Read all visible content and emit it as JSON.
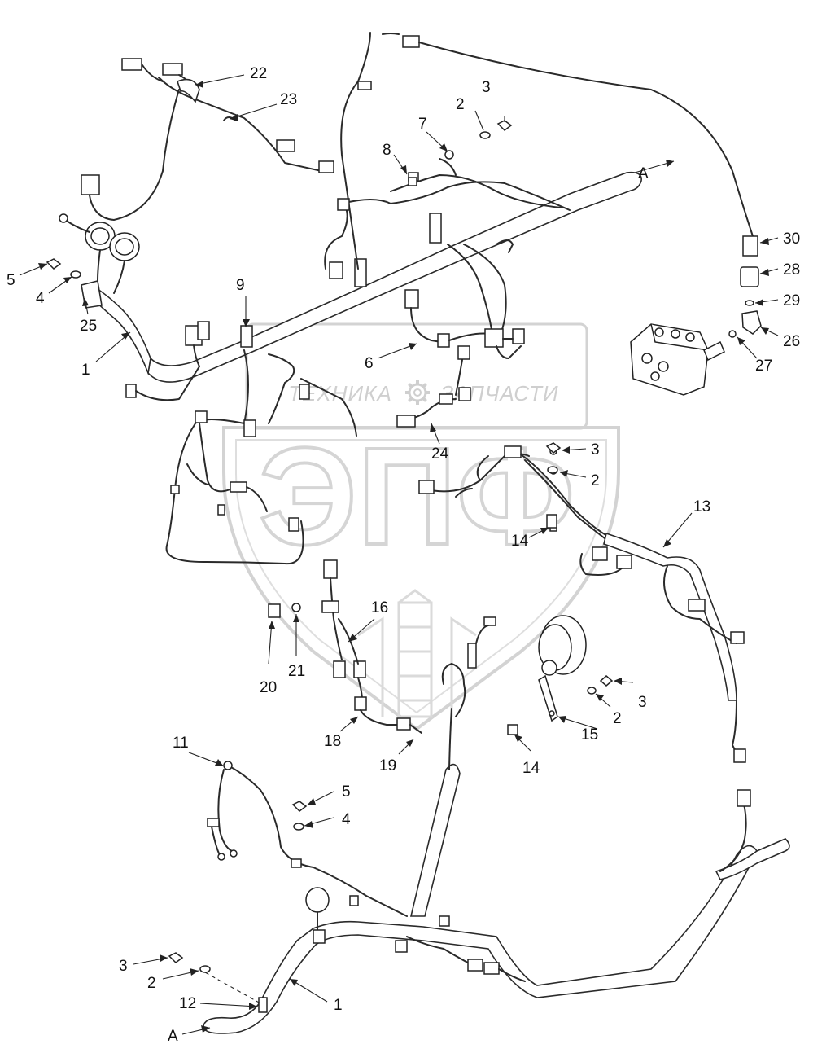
{
  "watermark": {
    "left_text": "ТЕХНИКА",
    "right_text": "ЗАПЧАСТИ",
    "big_text": "ЭПФ",
    "gear_icon": "gear-icon",
    "color": "#b0b0b0"
  },
  "callouts": [
    {
      "id": "c22",
      "label": "22"
    },
    {
      "id": "c23",
      "label": "23"
    },
    {
      "id": "c3a",
      "label": "3"
    },
    {
      "id": "c2a",
      "label": "2"
    },
    {
      "id": "c7",
      "label": "7"
    },
    {
      "id": "c8",
      "label": "8"
    },
    {
      "id": "cA1",
      "label": "A"
    },
    {
      "id": "c30",
      "label": "30"
    },
    {
      "id": "c28",
      "label": "28"
    },
    {
      "id": "c29",
      "label": "29"
    },
    {
      "id": "c26",
      "label": "26"
    },
    {
      "id": "c27",
      "label": "27"
    },
    {
      "id": "c5a",
      "label": "5"
    },
    {
      "id": "c4a",
      "label": "4"
    },
    {
      "id": "c25",
      "label": "25"
    },
    {
      "id": "c9",
      "label": "9"
    },
    {
      "id": "c1a",
      "label": "1"
    },
    {
      "id": "c6",
      "label": "6"
    },
    {
      "id": "c24",
      "label": "24"
    },
    {
      "id": "c3b",
      "label": "3"
    },
    {
      "id": "c2b",
      "label": "2"
    },
    {
      "id": "c13",
      "label": "13"
    },
    {
      "id": "c14a",
      "label": "14"
    },
    {
      "id": "c16",
      "label": "16"
    },
    {
      "id": "c20",
      "label": "20"
    },
    {
      "id": "c21",
      "label": "21"
    },
    {
      "id": "c3c",
      "label": "3"
    },
    {
      "id": "c2c",
      "label": "2"
    },
    {
      "id": "c15",
      "label": "15"
    },
    {
      "id": "c18",
      "label": "18"
    },
    {
      "id": "c19",
      "label": "19"
    },
    {
      "id": "c14b",
      "label": "14"
    },
    {
      "id": "c11",
      "label": "11"
    },
    {
      "id": "c5b",
      "label": "5"
    },
    {
      "id": "c4b",
      "label": "4"
    },
    {
      "id": "c3d",
      "label": "3"
    },
    {
      "id": "c2d",
      "label": "2"
    },
    {
      "id": "c12",
      "label": "12"
    },
    {
      "id": "c1b",
      "label": "1"
    },
    {
      "id": "cA2",
      "label": "A"
    }
  ]
}
